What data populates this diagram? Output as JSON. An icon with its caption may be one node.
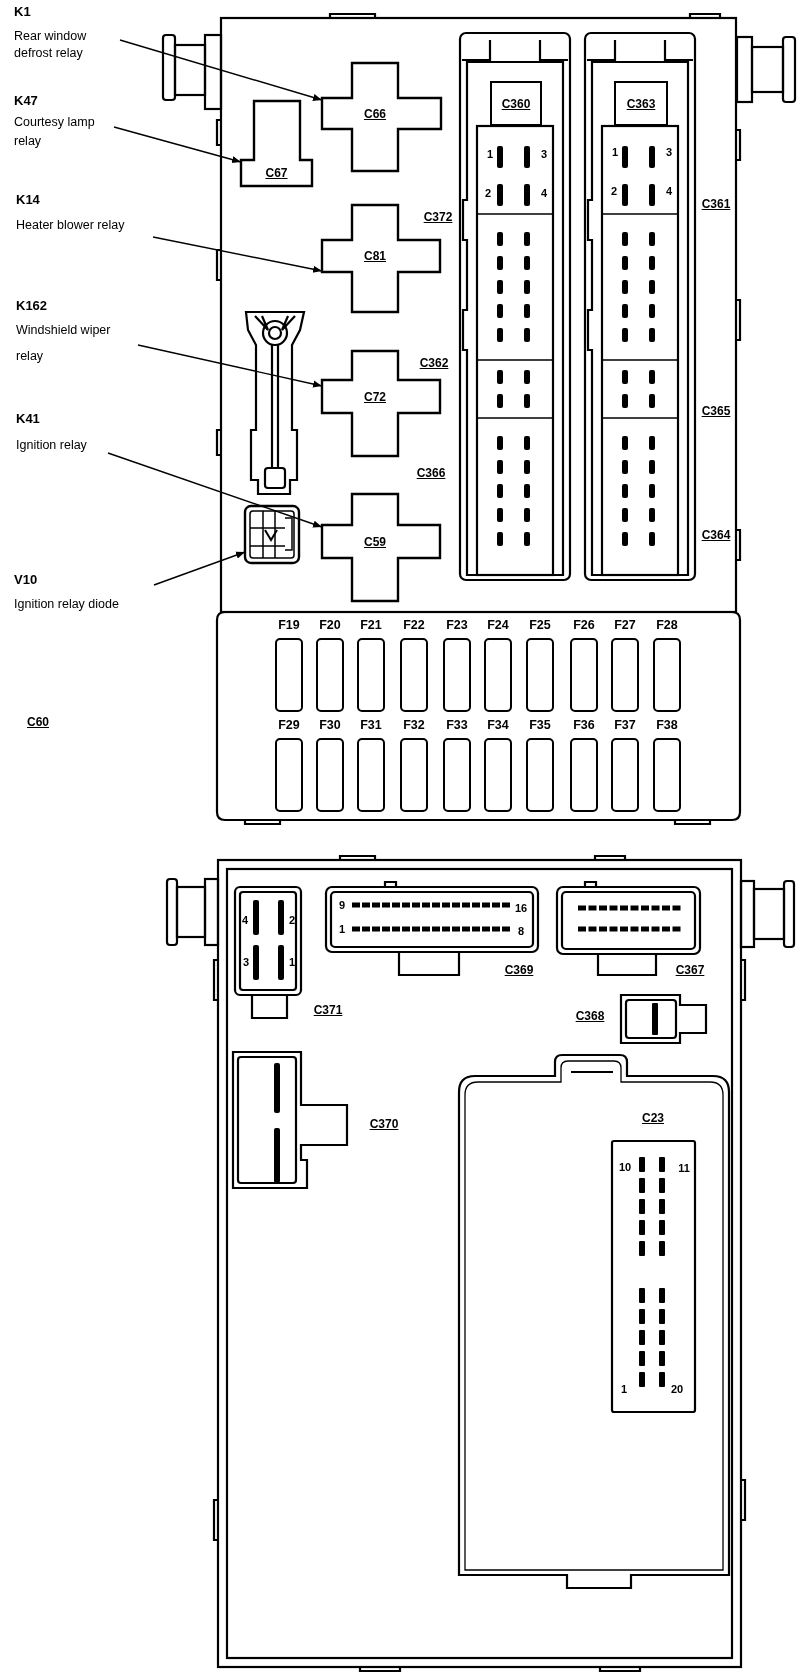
{
  "diagram": {
    "nodes": [
      {
        "text": [
          "K1",
          "Rear window defrost relay"
        ]
      },
      {
        "text": [
          "C66"
        ]
      },
      {
        "text": [
          "K47",
          "Courtesy lamp relay"
        ]
      },
      {
        "text": [
          "C67"
        ]
      },
      {
        "text": [
          "K14",
          "Heater blower relay"
        ]
      },
      {
        "text": [
          "C81"
        ]
      },
      {
        "text": [
          "K162",
          "Windshield wiper relay"
        ]
      },
      {
        "text": [
          "C72"
        ]
      },
      {
        "text": [
          "K41",
          "Ignition relay"
        ]
      },
      {
        "text": [
          "C59"
        ]
      },
      {
        "text": [
          "V10",
          "Ignition relay diode"
        ]
      },
      {
        "text": [],
        "shape": "box"
      },
      {
        "text": [
          "C360"
        ]
      },
      {
        "text": [
          "C363"
        ]
      },
      {
        "text": [
          "F19"
        ]
      },
      {
        "text": [
          "F20"
        ]
      },
      {
        "text": [
          "F21"
        ]
      },
      {
        "text": [
          "F22"
        ]
      },
      {
        "text": [
          "F23"
        ]
      },
      {
        "text": [
          "F24"
        ]
      },
      {
        "text": [
          "F25"
        ]
      },
      {
        "text": [
          "F26"
        ]
      },
      {
        "text": [
          "F27"
        ]
      },
      {
        "text": [
          "F28"
        ]
      },
      {
        "text": [
          "F29"
        ]
      },
      {
        "text": [
          "F30"
        ]
      },
      {
        "text": [
          "F31"
        ]
      },
      {
        "text": [
          "F32"
        ]
      },
      {
        "text": [
          "F33"
        ]
      },
      {
        "text": [
          "F34"
        ]
      },
      {
        "text": [
          "F35"
        ]
      },
      {
        "text": [
          "F36"
        ]
      },
      {
        "text": [
          "F37"
        ]
      },
      {
        "text": [
          "F38"
        ]
      }
    ],
    "edges": [
      {
        "from": 0,
        "to": 1,
        "arrow": "to"
      },
      {
        "from": 2,
        "to": 3,
        "arrow": "to"
      },
      {
        "from": 4,
        "to": 5,
        "arrow": "to"
      },
      {
        "from": 6,
        "to": 7,
        "arrow": "to"
      },
      {
        "from": 8,
        "to": 9,
        "arrow": "to"
      },
      {
        "from": 10,
        "to": 11,
        "arrow": "to"
      }
    ],
    "labels": [
      "1",
      "3",
      "1",
      "3",
      "2",
      "4",
      "2",
      "4",
      "C361",
      "C372",
      "C362",
      "C365",
      "C366",
      "C364",
      "C60",
      "9",
      "16",
      "4",
      "2",
      "1",
      "8",
      "3",
      "1",
      "C369",
      "C367",
      "C371",
      "C368",
      "C23",
      "C370",
      "10",
      "11",
      "1",
      "20"
    ]
  }
}
